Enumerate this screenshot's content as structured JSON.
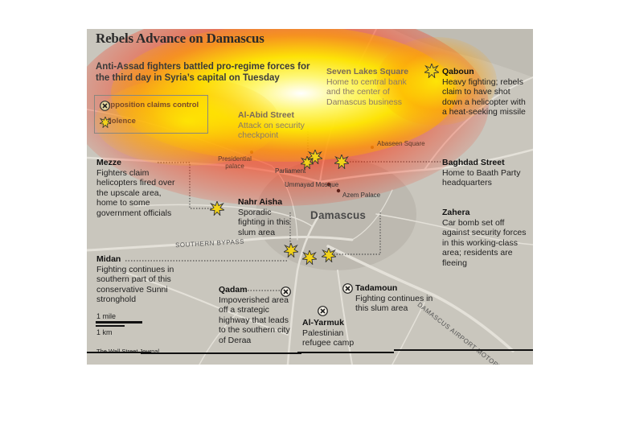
{
  "map": {
    "title": "Rebels Advance on Damascus",
    "subtitle": "Anti-Assad fighters battled pro-regime forces for the third day in Syria’s capital on Tuesday",
    "city_label": "Damascus",
    "legend": {
      "control": {
        "label": "Opposition claims control",
        "icon": "x-circle-icon"
      },
      "violence": {
        "label": "Violence",
        "icon": "explosion-icon"
      }
    },
    "callouts": {
      "seven_lakes": {
        "title": "Seven Lakes Square",
        "text": "Home to central bank and the center of Damascus business"
      },
      "qaboun": {
        "title": "Qaboun",
        "text": "Heavy fighting; rebels claim to have shot down a helicopter with a heat-seeking missile"
      },
      "al_abid": {
        "title": "Al-Abid Street",
        "text": "Attack on security checkpoint"
      },
      "mezze": {
        "title": "Mezze",
        "text": "Fighters claim helicopters fired over the upscale area, home to some government officials"
      },
      "baghdad": {
        "title": "Baghdad Street",
        "text": "Home to Baath Party headquarters"
      },
      "nahr_aisha": {
        "title": "Nahr Aisha",
        "text": "Sporadic fighting in this slum area"
      },
      "zahera": {
        "title": "Zahera",
        "text": "Car bomb set off against security forces in this working-class area; residents are fleeing"
      },
      "midan": {
        "title": "Midan",
        "text": "Fighting continues in southern part of this conservative Sunni stronghold"
      },
      "qadam": {
        "title": "Qadam",
        "text": "Impoverished area off a strategic highway that leads to the southern city of Deraa"
      },
      "tadamoun": {
        "title": "Tadamoun",
        "text": "Fighting continues in this slum area"
      },
      "al_yarmuk": {
        "title": "Al-Yarmuk",
        "text": "Palestinian refugee camp"
      }
    },
    "places": {
      "presidential_palace": "Presidential palace",
      "parliament": "Parliament",
      "abaseen": "Abaseen Square",
      "ummayad": "Ummayad Mosque",
      "azem": "Azem Palace"
    },
    "roads": {
      "southern_bypass": "SOUTHERN BYPASS",
      "airport_motorway": "DAMASCUS AIRPORT MOTORWAY"
    },
    "scale": {
      "mile": "1 mile",
      "km": "1 km"
    },
    "credit": "The Wall Street Journal",
    "colors": {
      "map_bg": "#c9c6bd",
      "road": "#e6e3dc",
      "heat_core": "#ffffff",
      "heat_mid": "#ffff00",
      "heat_outer": "#ff2a00",
      "explosion": "#f2d21a"
    }
  }
}
